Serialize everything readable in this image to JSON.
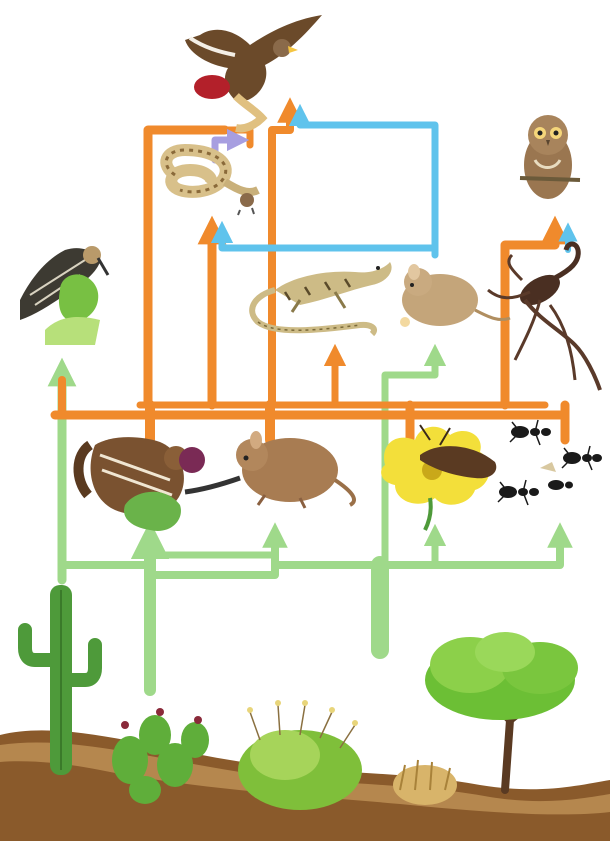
{
  "diagram": {
    "colors": {
      "producer_flow": "#9fd98a",
      "consumer_flow": "#f08a2c",
      "predator_flow": "#5fc3ec",
      "snake_flow": "#a79ee0",
      "soil": "#8a5a2b",
      "soil_light": "#c89a5e",
      "plant_green": "#5fae3a",
      "cactus_green": "#4e9a3a"
    },
    "organisms": [
      {
        "id": "hawk",
        "kind": "hawk-icon"
      },
      {
        "id": "owl",
        "kind": "owl-icon"
      },
      {
        "id": "rattlesnake",
        "kind": "snake-icon"
      },
      {
        "id": "woodpecker",
        "kind": "woodpecker-icon"
      },
      {
        "id": "lizard",
        "kind": "lizard-icon"
      },
      {
        "id": "pocket-mouse",
        "kind": "mouse-icon"
      },
      {
        "id": "scorpion",
        "kind": "scorpion-icon"
      },
      {
        "id": "ground-squirrel",
        "kind": "squirrel-icon"
      },
      {
        "id": "kangaroo-rat",
        "kind": "rat-icon"
      },
      {
        "id": "insect-on-flower",
        "kind": "beetle-icon"
      },
      {
        "id": "ants",
        "kind": "ant-icon"
      },
      {
        "id": "saguaro",
        "kind": "saguaro-icon"
      },
      {
        "id": "prickly-pear",
        "kind": "prickly-pear-icon"
      },
      {
        "id": "flowering-shrub",
        "kind": "shrub-icon"
      },
      {
        "id": "dry-grass",
        "kind": "grass-icon"
      },
      {
        "id": "mesquite-tree",
        "kind": "tree-icon"
      }
    ]
  }
}
